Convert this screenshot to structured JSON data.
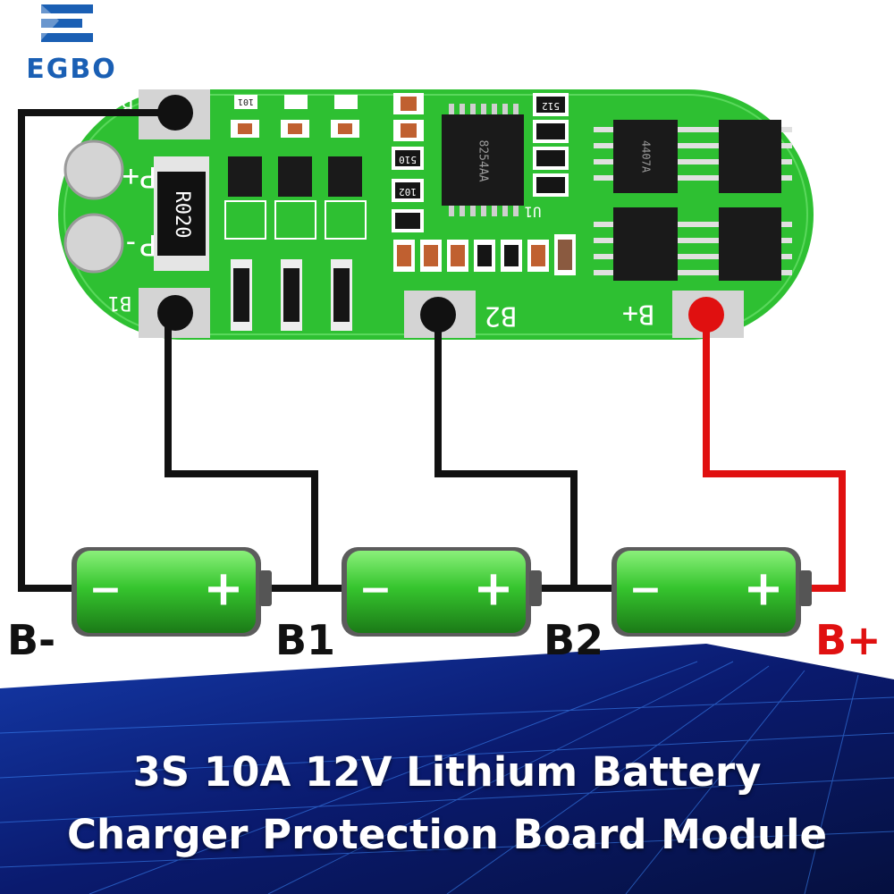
{
  "brand": {
    "name": "EGBO",
    "color": "#1a5fb4"
  },
  "colors": {
    "pcb": "#2ec032",
    "wire_black": "#111111",
    "wire_red": "#e01010",
    "battery": "#36c52e",
    "banner": "#0a1a6e"
  },
  "board": {
    "silkscreen": {
      "b_minus": "B-",
      "p_plus": "P+",
      "p_minus": "P-",
      "b1": "B1",
      "b2": "B2",
      "b_plus": "B+",
      "shunt": "R020",
      "u1": "U1",
      "ic_text": "8254AA",
      "res_510": "510",
      "res_101": "101",
      "res_102": "102",
      "res_512": "512",
      "mosfet": "4407A"
    }
  },
  "labels": {
    "b_minus": "B-",
    "b1": "B1",
    "b2": "B2",
    "b_plus": "B+"
  },
  "battery_signs": {
    "minus": "−",
    "plus": "+"
  },
  "title_lines": [
    "3S 10A 12V Lithium Battery",
    "Charger Protection Board Module"
  ]
}
